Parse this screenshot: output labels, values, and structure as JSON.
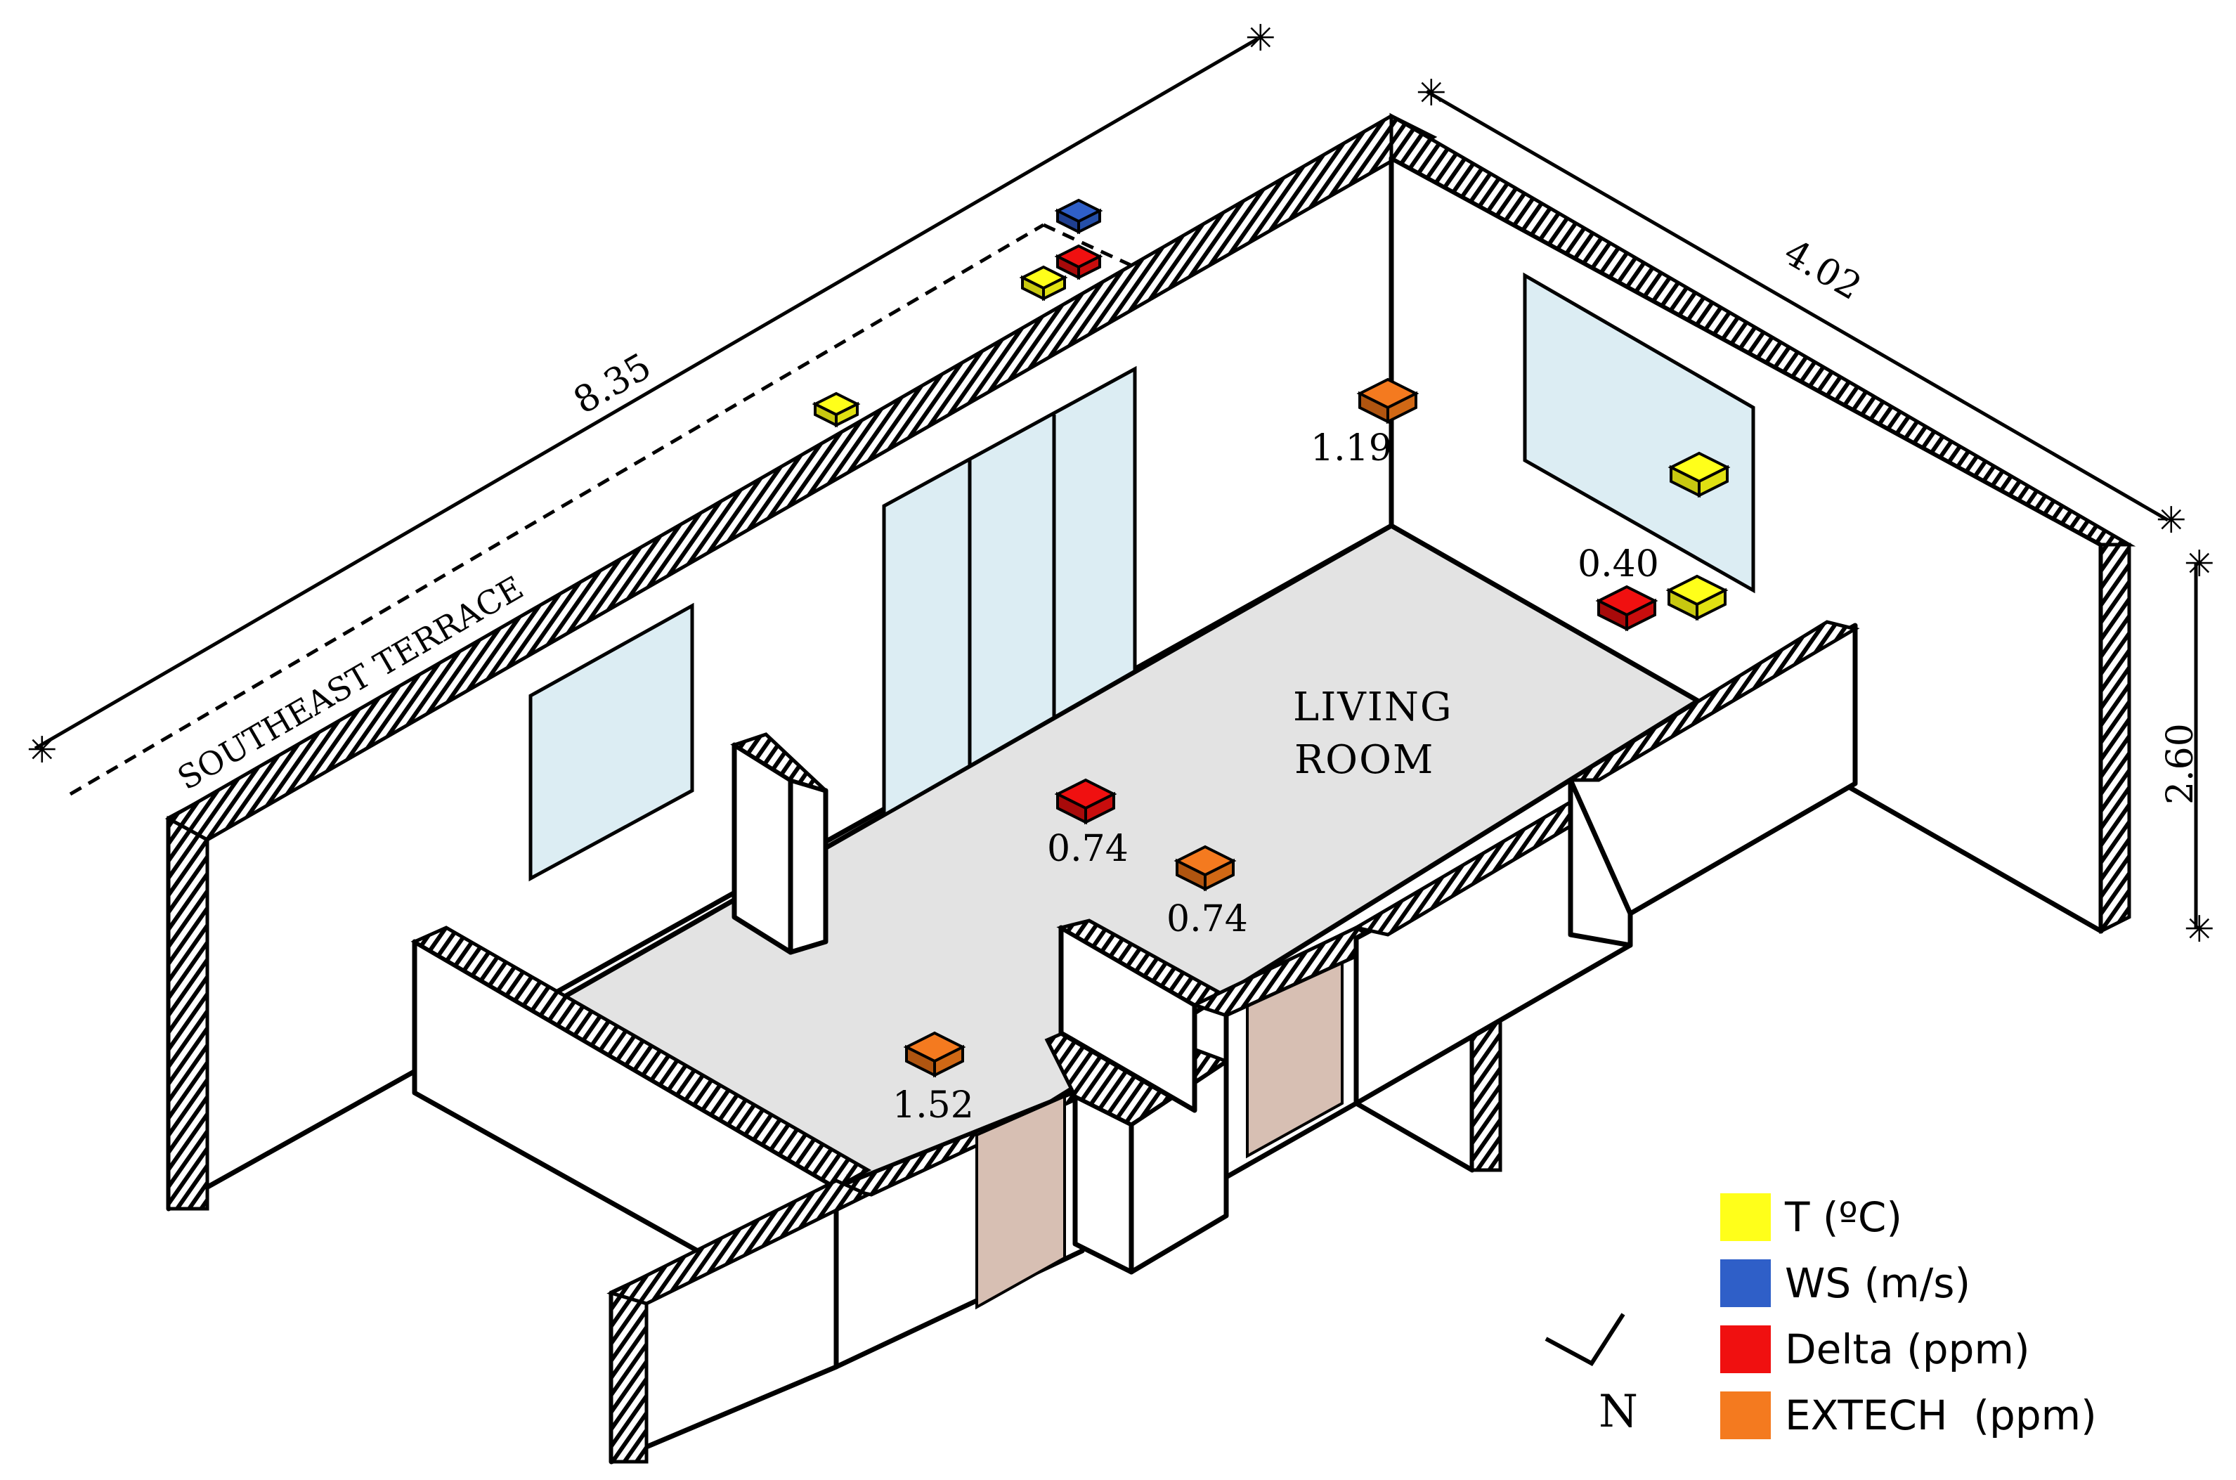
{
  "dimensions": {
    "length": "8.35",
    "width": "4.02",
    "height": "2.60"
  },
  "labels": {
    "terrace": "SOUTHEAST TERRACE",
    "room_line1": "LIVING",
    "room_line2": "ROOM",
    "north": "N"
  },
  "sensor_values": {
    "extech_top": "1.19",
    "delta_right": "0.40",
    "delta_center": "0.74",
    "extech_center": "0.74",
    "extech_left": "1.52"
  },
  "legend": [
    {
      "label": "T (ºC)",
      "color": "#ffff1a",
      "icon": "temperature-swatch"
    },
    {
      "label": "WS (m/s)",
      "color": "#2f5fc8",
      "icon": "wind-speed-swatch"
    },
    {
      "label": "Delta (ppm)",
      "color": "#f01010",
      "icon": "delta-swatch"
    },
    {
      "label": "EXTECH  (ppm)",
      "color": "#f47a1f",
      "icon": "extech-swatch"
    }
  ],
  "colors": {
    "floor": "#e3e3e3",
    "window": "#dcedf3",
    "door": "#d7bfb3"
  }
}
